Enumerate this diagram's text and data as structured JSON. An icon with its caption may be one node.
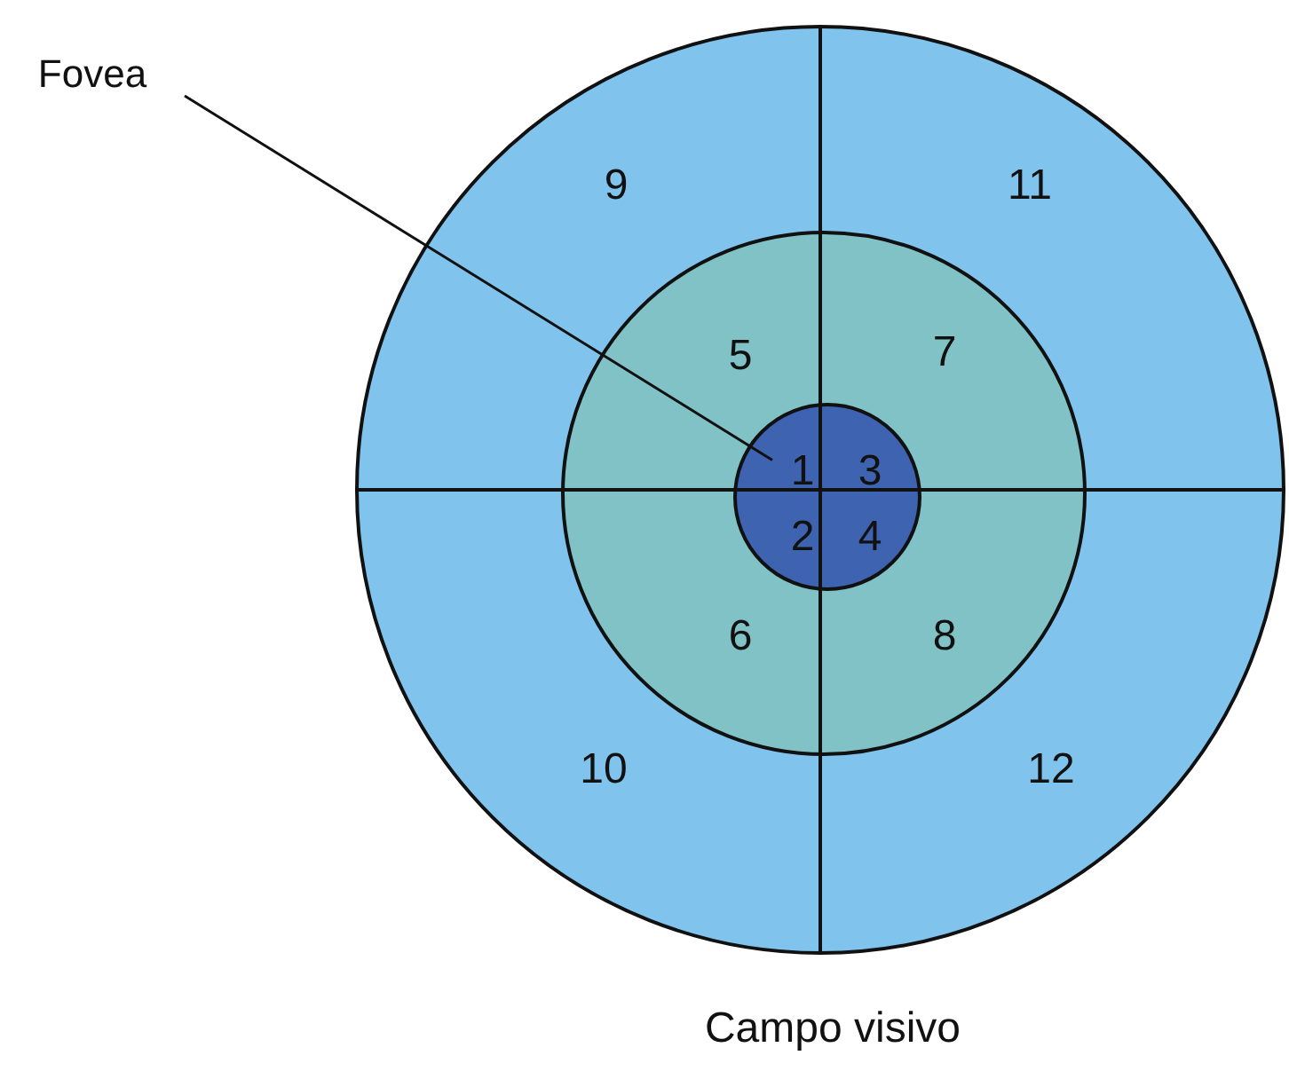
{
  "diagram": {
    "caption": "Campo visivo",
    "nodes": [
      {
        "text": [
          "Fovea"
        ]
      },
      {
        "text": [],
        "shape": "circle"
      },
      {
        "text": [],
        "shape": "circle",
        "in": 1
      },
      {
        "text": [],
        "shape": "circle",
        "in": 2
      },
      {
        "text": [
          "9"
        ],
        "in": 1
      },
      {
        "text": [
          "11"
        ],
        "in": 1
      },
      {
        "text": [
          "5"
        ],
        "in": 2
      },
      {
        "text": [
          "7"
        ],
        "in": 2
      },
      {
        "text": [
          "1"
        ],
        "in": 3
      },
      {
        "text": [
          "3"
        ],
        "in": 3
      },
      {
        "text": [
          "2"
        ],
        "in": 3
      },
      {
        "text": [
          "4"
        ],
        "in": 3
      },
      {
        "text": [
          "6"
        ],
        "in": 2
      },
      {
        "text": [
          "8"
        ],
        "in": 2
      },
      {
        "text": [
          "10"
        ],
        "in": 1
      },
      {
        "text": [
          "12"
        ],
        "in": 1
      }
    ],
    "edges": [
      {
        "from": 0,
        "to": 3,
        "arrow": "none"
      }
    ]
  }
}
